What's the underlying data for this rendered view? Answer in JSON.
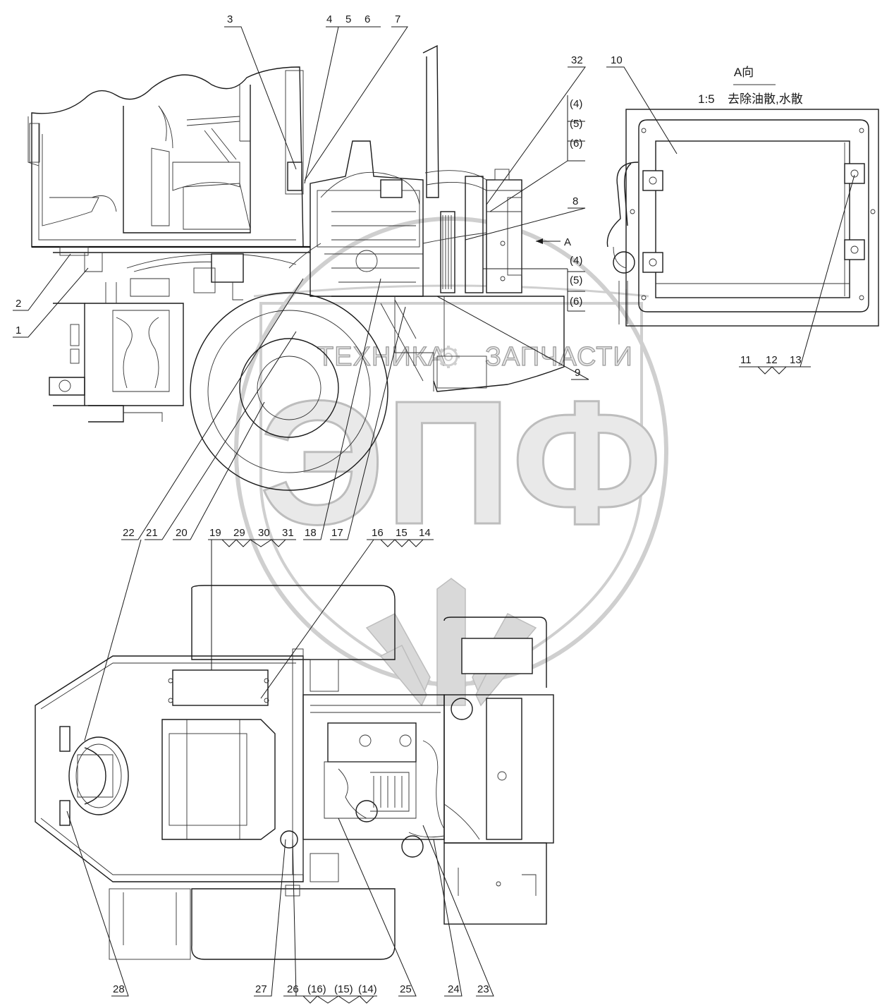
{
  "view_label": {
    "title": "A向",
    "scale": "1:5",
    "note": "去除油散,水散"
  },
  "watermark": {
    "brand": "ЭПФ",
    "left_word": "ТЕХНИКА",
    "right_word": "ЗАПЧАСТИ"
  },
  "arrow_label": "A",
  "callouts": {
    "c1": "1",
    "c2": "2",
    "c3": "3",
    "c4": "4",
    "c5": "5",
    "c6": "6",
    "c7": "7",
    "c8": "8",
    "c9": "9",
    "c10": "10",
    "c11": "11",
    "c12": "12",
    "c13": "13",
    "c14": "14",
    "c15": "15",
    "c16": "16",
    "c17": "17",
    "c18": "18",
    "c19": "19",
    "c20": "20",
    "c21": "21",
    "c22": "22",
    "c23": "23",
    "c24": "24",
    "c25": "25",
    "c26": "26",
    "c27": "27",
    "c28": "28",
    "c29": "29",
    "c30": "30",
    "c31": "31",
    "c32": "32",
    "p4a": "(4)",
    "p5a": "(5)",
    "p6a": "(6)",
    "p4b": "(4)",
    "p5b": "(5)",
    "p6b": "(6)",
    "p16": "(16)",
    "p15": "(15)",
    "p14": "(14)"
  }
}
